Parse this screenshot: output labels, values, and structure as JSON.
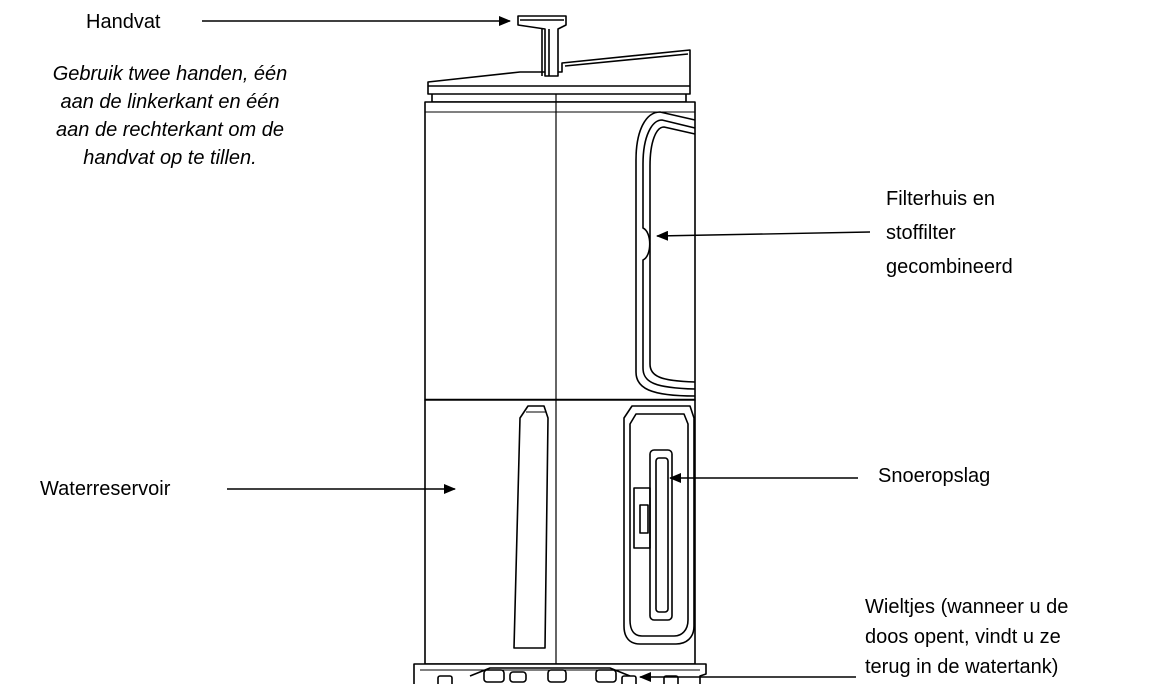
{
  "labels": {
    "handle": "Handvat",
    "handle_note": [
      "Gebruik twee handen, één",
      "aan de linkerkant en één",
      "aan de rechterkant om de",
      "handvat op te tillen."
    ],
    "filter": [
      "Filterhuis en",
      "stoffilter",
      "gecombineerd"
    ],
    "reservoir": "Waterreservoir",
    "cord_storage": "Snoeropslag",
    "wheels": [
      "Wieltjes (wanneer u de",
      "doos opent, vindt u ze",
      "terug in de watertank)"
    ]
  }
}
